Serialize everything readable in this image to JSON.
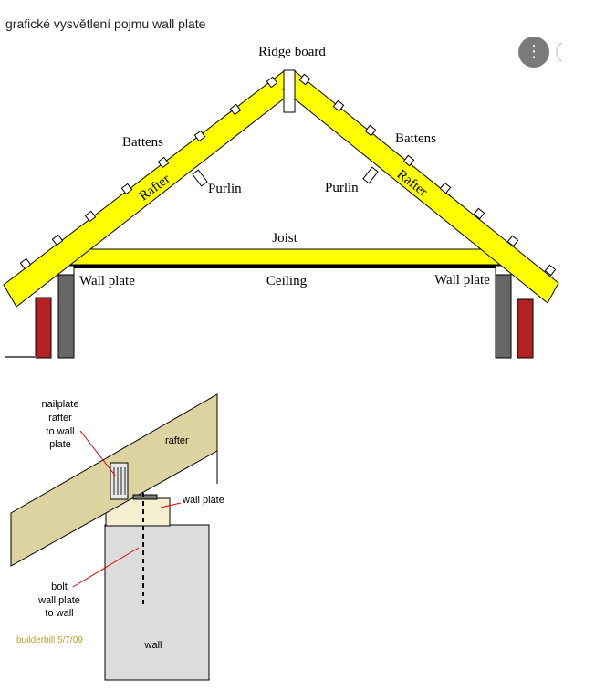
{
  "caption": "grafické vysvětlení pojmu wall plate",
  "menu": {
    "icon": "more-vertical-icon",
    "glyph": "⋮"
  },
  "roof_diagram": {
    "labels": {
      "ridge_board": "Ridge board",
      "battens_left": "Battens",
      "battens_right": "Battens",
      "rafter_left": "Rafter",
      "rafter_right": "Rafter",
      "purlin_left": "Purlin",
      "purlin_right": "Purlin",
      "joist": "Joist",
      "wall_plate_left": "Wall plate",
      "wall_plate_right": "Wall plate",
      "ceiling": "Ceiling"
    },
    "colors": {
      "timber": "#ffff00",
      "wall": "#666666",
      "brick": "#b22222"
    }
  },
  "detail_diagram": {
    "labels": {
      "nailplate": [
        "nailplate",
        "rafter",
        "to wall",
        "plate"
      ],
      "rafter": "rafter",
      "wall_plate": "wall plate",
      "bolt": [
        "bolt",
        "wall plate",
        "to wall"
      ],
      "wall": "wall",
      "credit": "builderbill 5/7/09"
    },
    "colors": {
      "rafter": "#dcd3a0",
      "wall_plate": "#f5efd0",
      "wall": "#dcdcdc",
      "leader": "#e00000",
      "credit": "#b8a030"
    }
  }
}
